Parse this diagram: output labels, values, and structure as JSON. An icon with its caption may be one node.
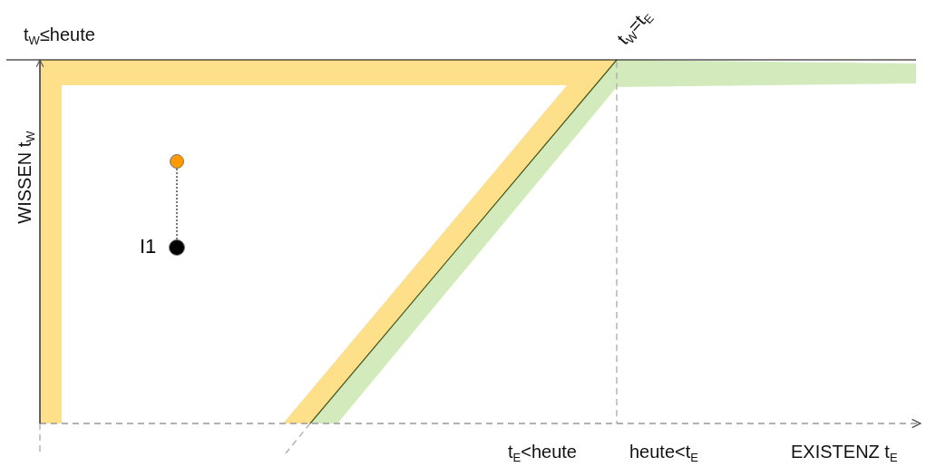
{
  "diagram": {
    "nodes": [
      {
        "text": [],
        "shape": "circle"
      },
      {
        "text": [],
        "shape": "circle",
        "beside": [
          "I1"
        ]
      }
    ],
    "edges": [
      {
        "from": 0,
        "to": 1,
        "arrow": "none",
        "style": "dashed"
      }
    ],
    "labels": [
      "t$_{W}$≤heute",
      "WISSEN t$_{W}$",
      "t$_{W}$=t$_{E}$",
      "t$_{E}$<heute",
      "heute<t$_{E}$",
      "EXISTENZ t$_{E}$"
    ]
  }
}
